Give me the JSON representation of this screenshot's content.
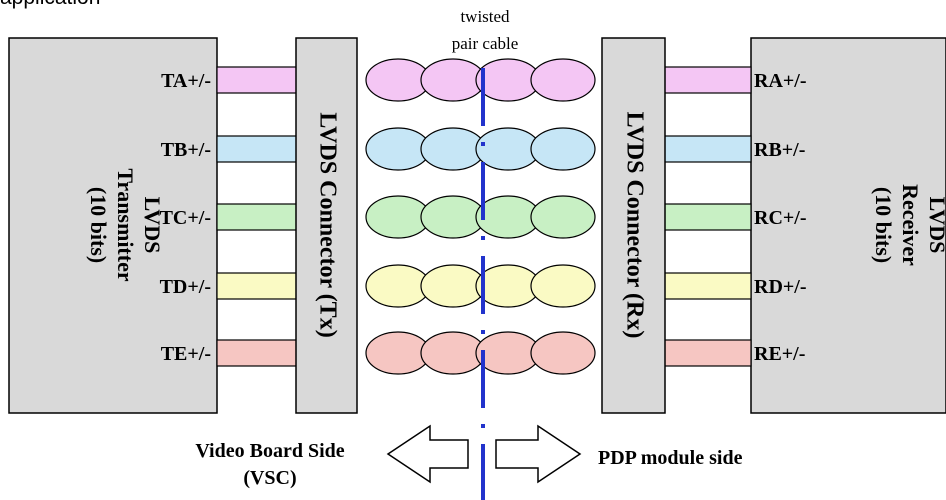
{
  "header_fragment": "application",
  "cable_label": [
    "twisted",
    "pair cable"
  ],
  "transmitter": {
    "lines": [
      "LVDS",
      "Transmitter",
      "(10 bits)"
    ]
  },
  "receiver": {
    "lines": [
      "LVDS",
      "Receiver",
      "(10 bits)"
    ]
  },
  "connector_tx": "LVDS Connector (Tx)",
  "connector_rx": "LVDS Connector (Rx)",
  "channels": [
    {
      "tx": "TA+/-",
      "rx": "RA+/-",
      "color": "#f4c6f4"
    },
    {
      "tx": "TB+/-",
      "rx": "RB+/-",
      "color": "#c6e6f6"
    },
    {
      "tx": "TC+/-",
      "rx": "RC+/-",
      "color": "#c8f0c4"
    },
    {
      "tx": "TD+/-",
      "rx": "RD+/-",
      "color": "#fafac4"
    },
    {
      "tx": "TE+/-",
      "rx": "RE+/-",
      "color": "#f6c6c2"
    }
  ],
  "left_side": [
    "Video Board Side",
    "(VSC)"
  ],
  "right_side": "PDP module side",
  "colors": {
    "box_fill": "#d9d9d9",
    "divider": "#2233cc",
    "stroke": "#000000"
  }
}
